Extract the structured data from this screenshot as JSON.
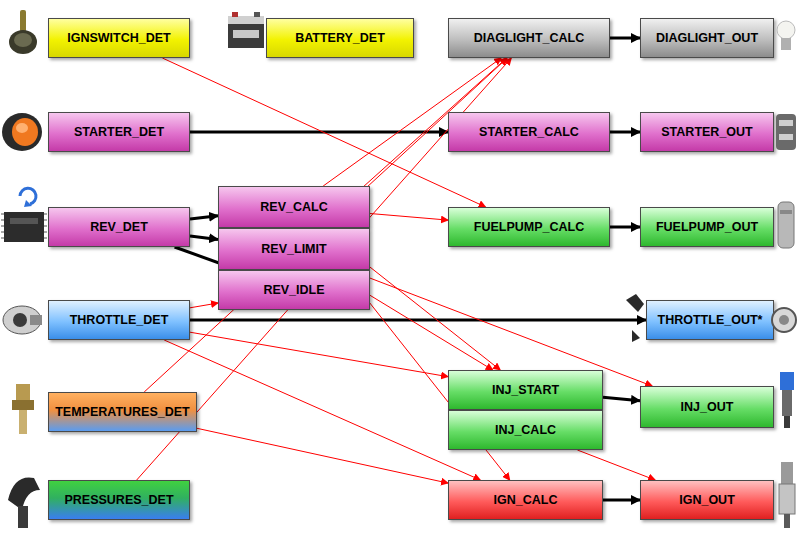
{
  "diagram": {
    "nodes": [
      {
        "text": [
          "IGNSWITCH_DET"
        ]
      },
      {
        "text": [
          "BATTERY_DET"
        ]
      },
      {
        "text": [
          "DIAGLIGHT_CALC"
        ]
      },
      {
        "text": [
          "DIAGLIGHT_OUT"
        ]
      },
      {
        "text": [
          "STARTER_DET"
        ]
      },
      {
        "text": [
          "STARTER_CALC"
        ]
      },
      {
        "text": [
          "STARTER_OUT"
        ]
      },
      {
        "text": [
          "REV_DET"
        ]
      },
      {
        "text": [
          "REV_CALC"
        ]
      },
      {
        "text": [
          "REV_LIMIT"
        ]
      },
      {
        "text": [
          "REV_IDLE"
        ]
      },
      {
        "text": [
          "FUELPUMP_CALC"
        ]
      },
      {
        "text": [
          "FUELPUMP_OUT"
        ]
      },
      {
        "text": [
          "THROTTLE_DET"
        ]
      },
      {
        "text": [
          "THROTTLE_OUT*"
        ]
      },
      {
        "text": [
          "TEMPERATURES_DET"
        ]
      },
      {
        "text": [
          "INJ_START"
        ]
      },
      {
        "text": [
          "INJ_CALC"
        ]
      },
      {
        "text": [
          "INJ_OUT"
        ]
      },
      {
        "text": [
          "PRESSURES_DET"
        ]
      },
      {
        "text": [
          "IGN_CALC"
        ]
      },
      {
        "text": [
          "IGN_OUT"
        ]
      }
    ],
    "edges": [
      {
        "from": 4,
        "to": 5,
        "arrow": "to"
      },
      {
        "from": 7,
        "to": 8,
        "arrow": "to"
      },
      {
        "from": 7,
        "to": 9,
        "arrow": "to"
      },
      {
        "from": 7,
        "to": 10,
        "arrow": "to"
      },
      {
        "from": 13,
        "to": 14,
        "arrow": "to"
      },
      {
        "from": 2,
        "to": 3,
        "arrow": "to"
      },
      {
        "from": 5,
        "to": 6,
        "arrow": "to"
      },
      {
        "from": 11,
        "to": 12,
        "arrow": "to"
      },
      {
        "from": 16,
        "to": 18,
        "arrow": "to"
      },
      {
        "from": 20,
        "to": 21,
        "arrow": "to"
      },
      {
        "from": 0,
        "to": 11,
        "arrow": "to"
      },
      {
        "from": 8,
        "to": 2,
        "arrow": "to"
      },
      {
        "from": 8,
        "to": 11,
        "arrow": "to"
      },
      {
        "from": 8,
        "to": 16,
        "arrow": "to"
      },
      {
        "from": 8,
        "to": 20,
        "arrow": "to"
      },
      {
        "from": 9,
        "to": 2,
        "arrow": "to"
      },
      {
        "from": 9,
        "to": 16,
        "arrow": "to"
      },
      {
        "from": 9,
        "to": 18,
        "arrow": "to"
      },
      {
        "from": 13,
        "to": 10,
        "arrow": "to"
      },
      {
        "from": 13,
        "to": 16,
        "arrow": "to"
      },
      {
        "from": 13,
        "to": 20,
        "arrow": "to"
      },
      {
        "from": 15,
        "to": 2,
        "arrow": "to"
      },
      {
        "from": 15,
        "to": 20,
        "arrow": "to"
      },
      {
        "from": 19,
        "to": 2,
        "arrow": "to"
      },
      {
        "from": 17,
        "to": 21,
        "arrow": "to"
      }
    ]
  }
}
